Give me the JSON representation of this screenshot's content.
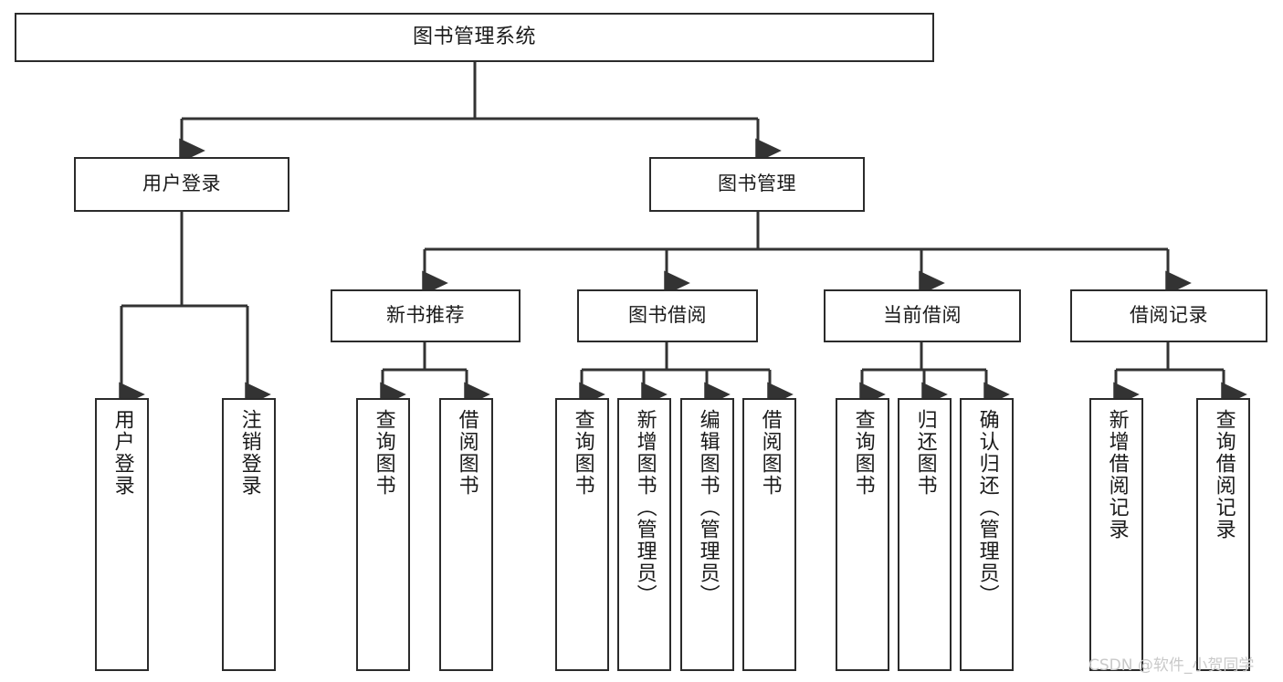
{
  "diagram": {
    "type": "tree-hierarchy",
    "title": "图书管理系统",
    "watermark": "CSDN @软件_小贺同学",
    "colors": {
      "box_border": "#2b2b2b",
      "box_fill": "#ffffff",
      "connector": "#333333",
      "text": "#1a1a1a",
      "watermark": "#c9c9c9",
      "background": "#ffffff"
    },
    "nodes": {
      "root": {
        "label": "图书管理系统"
      },
      "level2": [
        {
          "label": "用户登录"
        },
        {
          "label": "图书管理"
        }
      ],
      "level3": [
        {
          "label": "新书推荐"
        },
        {
          "label": "图书借阅"
        },
        {
          "label": "当前借阅"
        },
        {
          "label": "借阅记录"
        }
      ],
      "leaves": {
        "user_login": [
          {
            "label": "用户登录"
          },
          {
            "label": "注销登录"
          }
        ],
        "new_book_recommend": [
          {
            "label": "查询图书"
          },
          {
            "label": "借阅图书"
          }
        ],
        "book_borrow": [
          {
            "label": "查询图书"
          },
          {
            "label": "新增图书（管理员）"
          },
          {
            "label": "编辑图书（管理员）"
          },
          {
            "label": "借阅图书"
          }
        ],
        "current_borrow": [
          {
            "label": "查询图书"
          },
          {
            "label": "归还图书"
          },
          {
            "label": "确认归还（管理员）"
          }
        ],
        "borrow_record": [
          {
            "label": "新增借阅记录"
          },
          {
            "label": "查询借阅记录"
          }
        ]
      }
    }
  }
}
